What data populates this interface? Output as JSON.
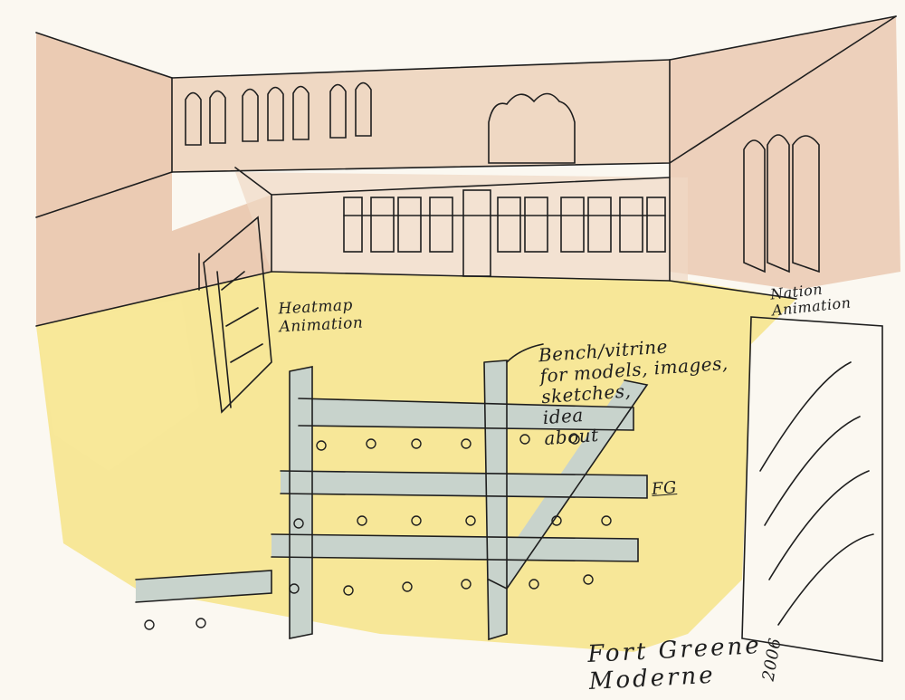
{
  "annotations": {
    "heatmap": "Heatmap\nAnimation",
    "bench": "Bench/vitrine\nfor models, images,\nsketches,\nidea\nabout",
    "fg": "FG",
    "nation": "Nation\nAnimation",
    "title": "Fort Greene\nModerne",
    "year": "2006"
  },
  "colors": {
    "wall_wash": "#e8c3a8",
    "floor_wash": "#f6e27a",
    "bench_wash": "#c8d3cc",
    "ink": "#1e1e1e",
    "paper": "#fbf8f1"
  }
}
